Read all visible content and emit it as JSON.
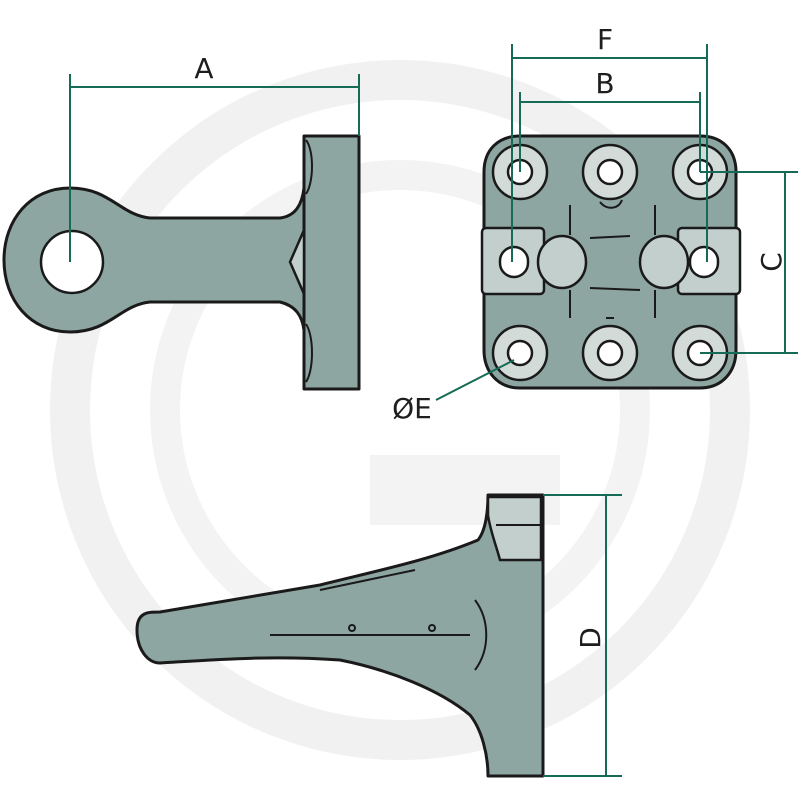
{
  "colors": {
    "part_fill": "#8ea6a1",
    "part_light": "#c3cfcc",
    "outline": "#1a1a1a",
    "dimension_line": "#156b56",
    "watermark": "#f1f1f1"
  },
  "icons": {
    "watermark": "letter-g-circle-watermark-icon"
  },
  "views": {
    "side": "side-view",
    "top": "top-view",
    "front": "front-view"
  },
  "dimensions": {
    "A": "A",
    "B": "B",
    "C": "C",
    "D": "D",
    "E": "ØE",
    "F": "F"
  }
}
